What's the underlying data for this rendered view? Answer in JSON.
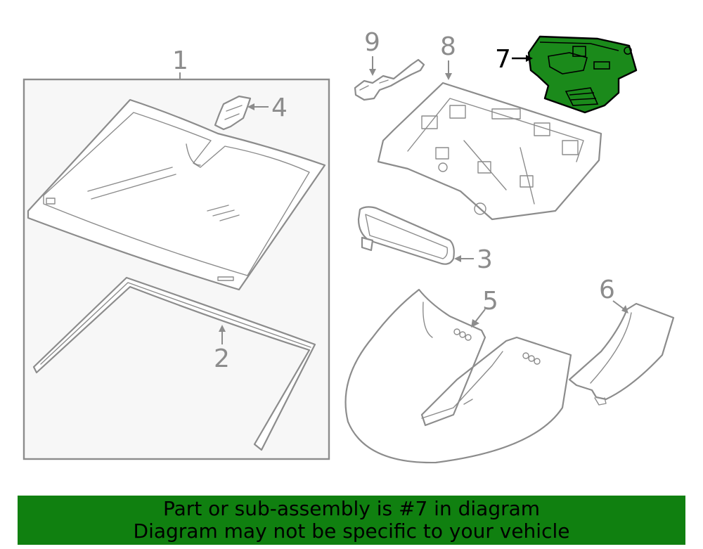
{
  "callouts": {
    "c1": "1",
    "c2": "2",
    "c3": "3",
    "c4": "4",
    "c5": "5",
    "c6": "6",
    "c7": "7",
    "c8": "8",
    "c9": "9"
  },
  "highlight": {
    "part_number": "7",
    "fill_color": "#1b8a1b",
    "stroke_color": "#000000"
  },
  "colors": {
    "line": "#8c8c8c",
    "box_fill": "#f7f7f7",
    "banner_bg": "#108010",
    "banner_text": "#000000"
  },
  "banner": {
    "line1": "Part or sub-assembly is #7 in diagram",
    "line2": "Diagram may not be specific to your vehicle"
  }
}
